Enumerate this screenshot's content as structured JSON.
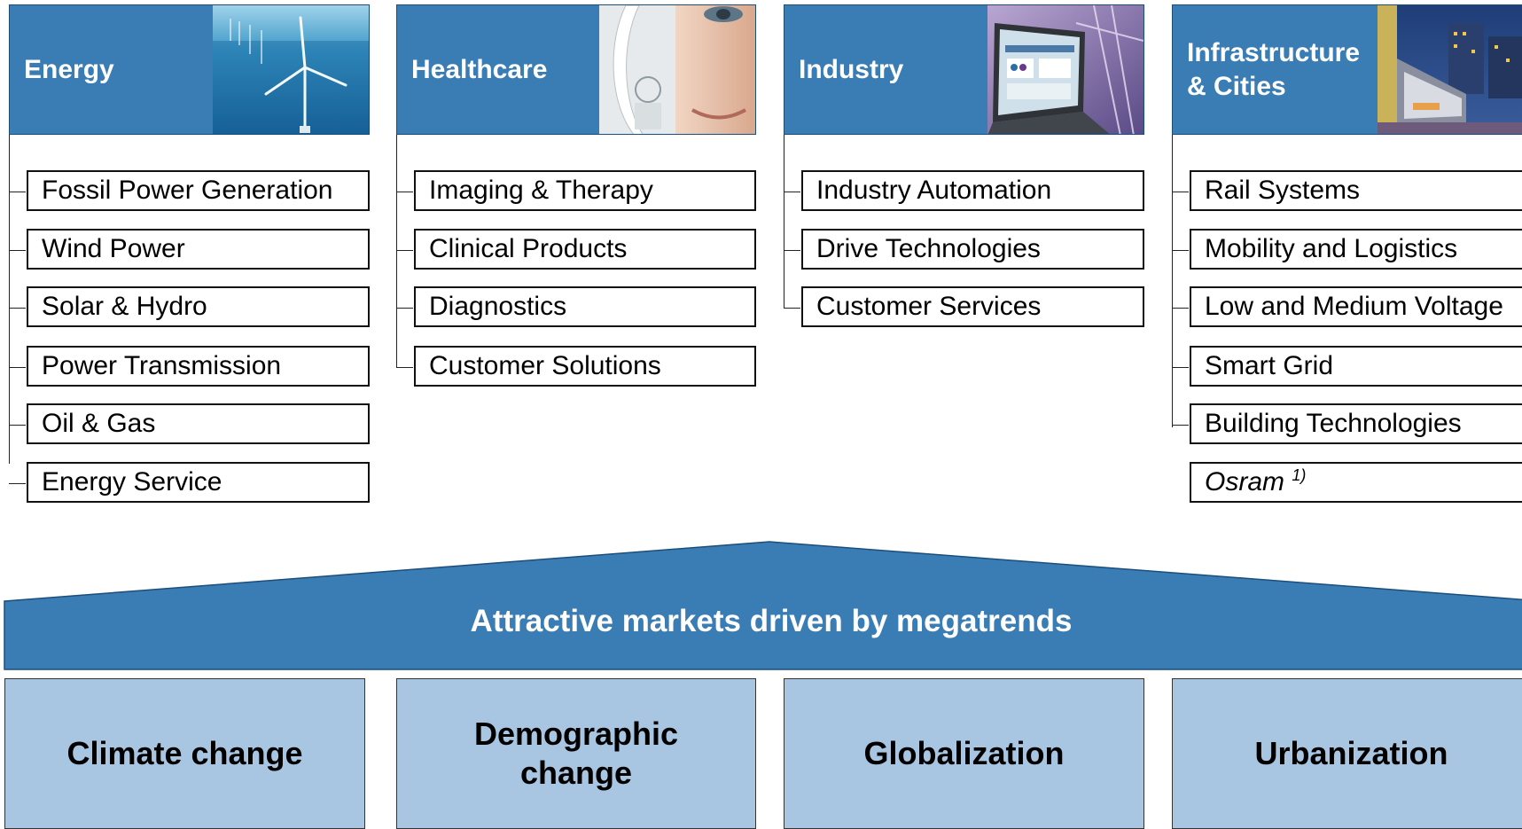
{
  "sectors": [
    {
      "title": "Energy",
      "items": [
        "Fossil Power Generation",
        "Wind Power",
        "Solar & Hydro",
        "Power Transmission",
        "Oil & Gas",
        "Energy Service"
      ]
    },
    {
      "title": "Healthcare",
      "items": [
        "Imaging & Therapy",
        "Clinical Products",
        "Diagnostics",
        "Customer Solutions"
      ]
    },
    {
      "title": "Industry",
      "items": [
        "Industry Automation",
        "Drive Technologies",
        "Customer Services"
      ]
    },
    {
      "title_line1": "Infrastructure",
      "title_line2": "& Cities",
      "items": [
        "Rail Systems",
        "Mobility and Logistics",
        "Low and Medium Voltage",
        "Smart Grid",
        "Building Technologies"
      ],
      "footnote_item": "Osram",
      "footnote_mark": "1)"
    }
  ],
  "roof": {
    "label": "Attractive markets driven by megatrends"
  },
  "megatrends": [
    {
      "line1": "Climate change",
      "line2": ""
    },
    {
      "line1": "Demographic",
      "line2": "change"
    },
    {
      "line1": "Globalization",
      "line2": ""
    },
    {
      "line1": "Urbanization",
      "line2": ""
    }
  ],
  "colors": {
    "sector_header": "#3a7db5",
    "roof": "#3a7db5",
    "megatrend_box": "#a8c5e2"
  },
  "icons": [
    "wind-farm-image",
    "medical-scanner-portrait-image",
    "laptop-factory-image",
    "metro-train-city-image"
  ]
}
